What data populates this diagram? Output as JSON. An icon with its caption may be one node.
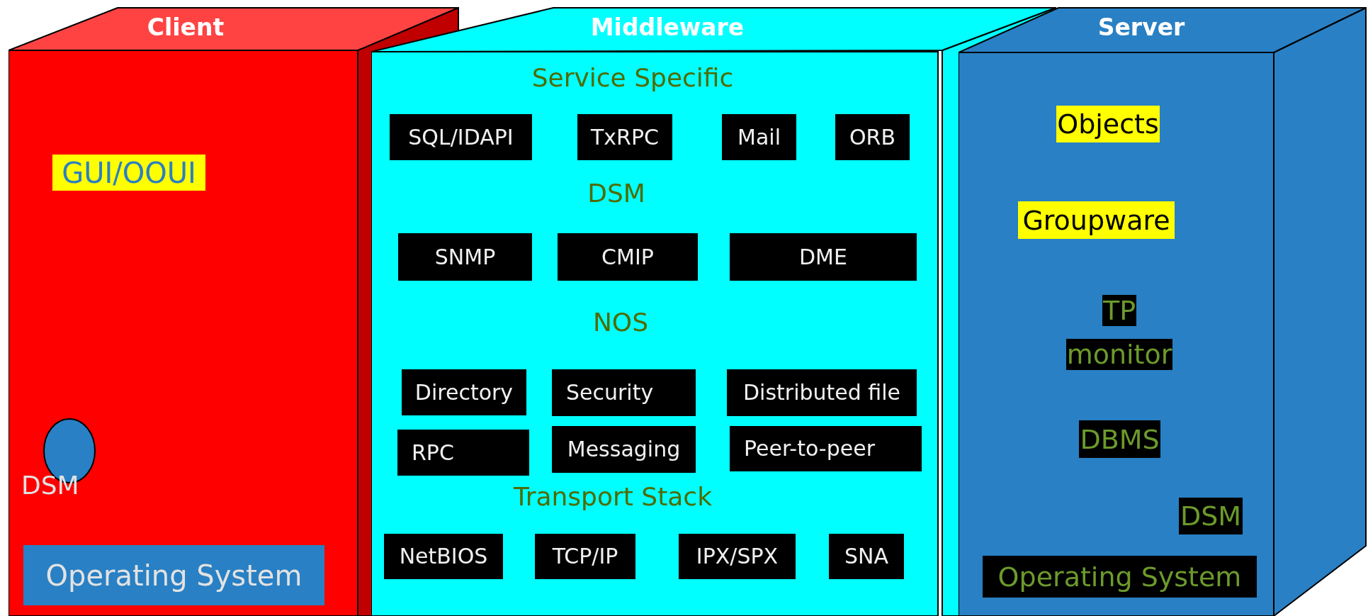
{
  "diagram": {
    "nodes": [
      {
        "text": [
          "Client"
        ]
      },
      {
        "text": [
          "GUI/OOUI"
        ],
        "in": 0
      },
      {
        "text": [
          "DSM"
        ],
        "in": 0
      },
      {
        "text": [
          "Operating System"
        ],
        "in": 0
      },
      {
        "text": [
          "Middleware"
        ]
      },
      {
        "text": [
          "SQL/IDAPI"
        ],
        "in": 4
      },
      {
        "text": [
          "TxRPC"
        ],
        "in": 4
      },
      {
        "text": [
          "Mail"
        ],
        "in": 4
      },
      {
        "text": [
          "ORB"
        ],
        "in": 4
      },
      {
        "text": [
          "SNMP"
        ],
        "in": 4
      },
      {
        "text": [
          "CMIP"
        ],
        "in": 4
      },
      {
        "text": [
          "DME"
        ],
        "in": 4
      },
      {
        "text": [
          "Directory"
        ],
        "in": 4
      },
      {
        "text": [
          "Security"
        ],
        "in": 4
      },
      {
        "text": [
          "Distributed file"
        ],
        "in": 4
      },
      {
        "text": [
          "RPC"
        ],
        "in": 4
      },
      {
        "text": [
          "Messaging"
        ],
        "in": 4
      },
      {
        "text": [
          "Peer-to-peer"
        ],
        "in": 4
      },
      {
        "text": [
          "NetBIOS"
        ],
        "in": 4
      },
      {
        "text": [
          "TCP/IP"
        ],
        "in": 4
      },
      {
        "text": [
          "IPX/SPX"
        ],
        "in": 4
      },
      {
        "text": [
          "SNA"
        ],
        "in": 4
      },
      {
        "text": [
          "Server"
        ]
      },
      {
        "text": [
          "Objects"
        ],
        "in": 22
      },
      {
        "text": [
          "Groupware"
        ],
        "in": 22
      },
      {
        "text": [
          "TP monitor"
        ],
        "in": 22
      },
      {
        "text": [
          "DBMS"
        ],
        "in": 22
      },
      {
        "text": [
          "DSM"
        ],
        "in": 22
      },
      {
        "text": [
          "Operating System"
        ],
        "in": 22
      }
    ],
    "labels": [
      "Service Specific",
      "DSM",
      "NOS",
      "Transport Stack"
    ]
  }
}
